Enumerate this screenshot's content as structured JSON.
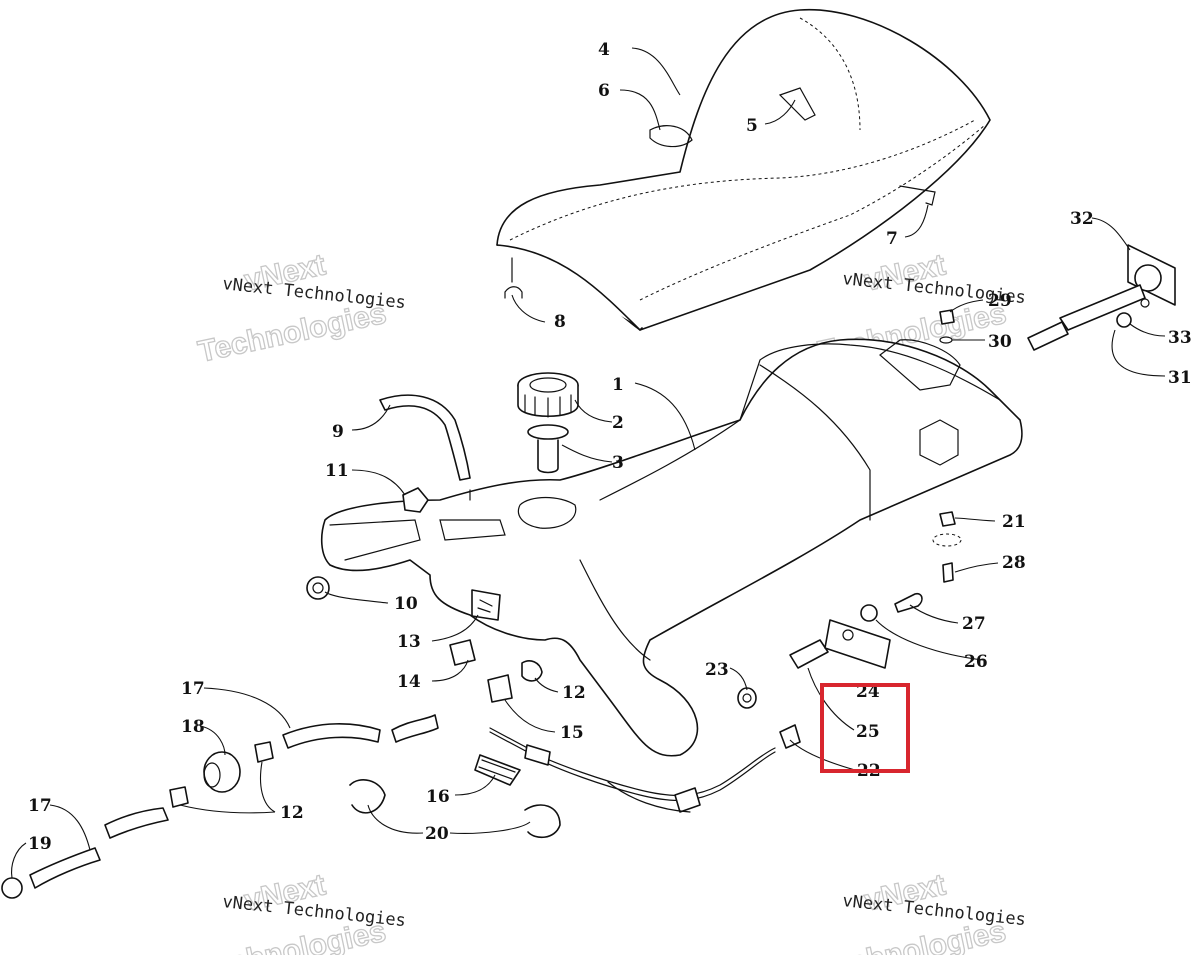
{
  "callouts": [
    {
      "id": "c1",
      "text": "1"
    },
    {
      "id": "c2",
      "text": "2"
    },
    {
      "id": "c3",
      "text": "3"
    },
    {
      "id": "c4",
      "text": "4"
    },
    {
      "id": "c5",
      "text": "5"
    },
    {
      "id": "c6",
      "text": "6"
    },
    {
      "id": "c7",
      "text": "7"
    },
    {
      "id": "c8",
      "text": "8"
    },
    {
      "id": "c9",
      "text": "9"
    },
    {
      "id": "c10",
      "text": "10"
    },
    {
      "id": "c11",
      "text": "11"
    },
    {
      "id": "c12a",
      "text": "12"
    },
    {
      "id": "c12b",
      "text": "12"
    },
    {
      "id": "c13",
      "text": "13"
    },
    {
      "id": "c14",
      "text": "14"
    },
    {
      "id": "c15",
      "text": "15"
    },
    {
      "id": "c16",
      "text": "16"
    },
    {
      "id": "c17a",
      "text": "17"
    },
    {
      "id": "c17b",
      "text": "17"
    },
    {
      "id": "c18",
      "text": "18"
    },
    {
      "id": "c19",
      "text": "19"
    },
    {
      "id": "c20",
      "text": "20"
    },
    {
      "id": "c21",
      "text": "21"
    },
    {
      "id": "c22",
      "text": "22"
    },
    {
      "id": "c23",
      "text": "23"
    },
    {
      "id": "c24",
      "text": "24"
    },
    {
      "id": "c25",
      "text": "25"
    },
    {
      "id": "c26",
      "text": "26"
    },
    {
      "id": "c27",
      "text": "27"
    },
    {
      "id": "c28",
      "text": "28"
    },
    {
      "id": "c29",
      "text": "29"
    },
    {
      "id": "c30",
      "text": "30"
    },
    {
      "id": "c31",
      "text": "31"
    },
    {
      "id": "c32",
      "text": "32"
    },
    {
      "id": "c33",
      "text": "33"
    }
  ],
  "watermark": {
    "line1": "vNext Technologies",
    "line2a": "vNext",
    "line2b": "Technologies"
  },
  "highlight": {
    "color": "#d8262e"
  }
}
